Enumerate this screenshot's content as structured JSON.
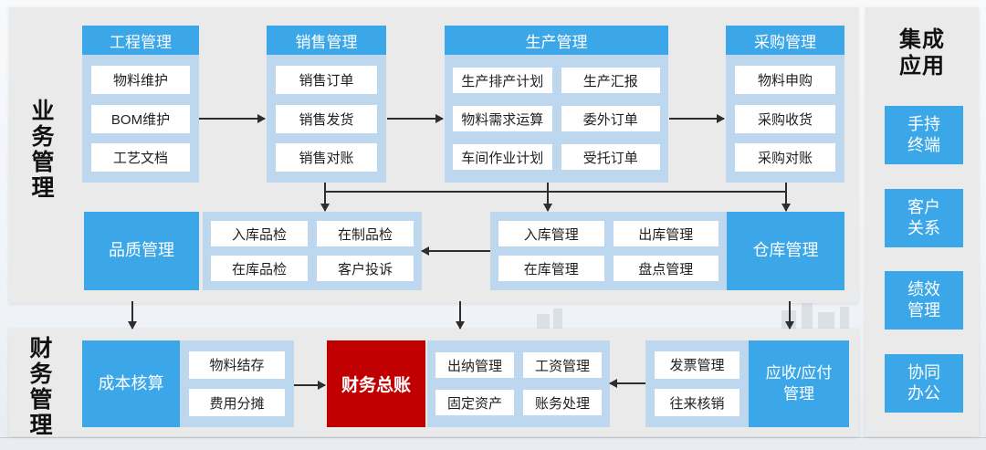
{
  "titles": {
    "business": "业务管理",
    "finance": "财务管理",
    "integration": "集成\n应用"
  },
  "colors": {
    "accent_blue": "#3BA7E8",
    "container_blue": "#BDD7EE",
    "ledger_red": "#C00000",
    "panel_gray": "#EAEAEA",
    "arrow": "#2E2E2E"
  },
  "top_columns": [
    {
      "header": "工程管理",
      "items": [
        "物料维护",
        "BOM维护",
        "工艺文档"
      ]
    },
    {
      "header": "销售管理",
      "items": [
        "销售订单",
        "销售发货",
        "销售对账"
      ]
    },
    {
      "header": "生产管理",
      "items": [
        "生产排产计划",
        "生产汇报",
        "物料需求运算",
        "委外订单",
        "车间作业计划",
        "受托订单"
      ]
    },
    {
      "header": "采购管理",
      "items": [
        "物料申购",
        "采购收货",
        "采购对账"
      ]
    }
  ],
  "middle": {
    "quality": {
      "label": "品质管理",
      "items": [
        "入库品检",
        "在制品检",
        "在库品检",
        "客户投诉"
      ]
    },
    "warehouse": {
      "label": "仓库管理",
      "items": [
        "入库管理",
        "出库管理",
        "在库管理",
        "盘点管理"
      ]
    }
  },
  "bottom": {
    "cost": {
      "label": "成本核算",
      "items": [
        "物料结存",
        "费用分摊"
      ]
    },
    "ledger": {
      "label": "财务总账"
    },
    "cashier": {
      "items": [
        "出纳管理",
        "工资管理",
        "固定资产",
        "账务处理"
      ]
    },
    "receivable": {
      "label": "应收/应付\n管理",
      "items": [
        "发票管理",
        "往来核销"
      ]
    }
  },
  "integration_apps": [
    "手持\n终端",
    "客户\n关系",
    "绩效\n管理",
    "协同\n办公"
  ]
}
